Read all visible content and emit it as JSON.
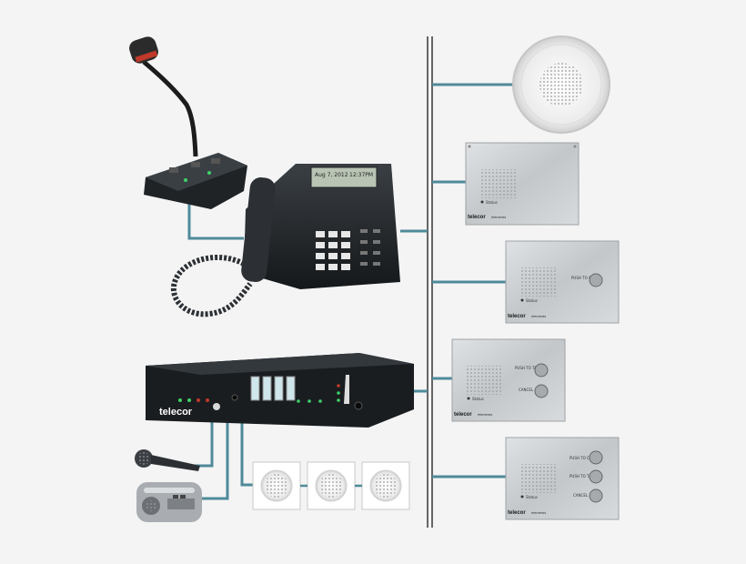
{
  "colors": {
    "wire": "#4f8a9a",
    "backbone": "#2a2a2a",
    "background": "#f4f4f4",
    "steel": "#c9ccce",
    "device_dark": "#1f2326",
    "accent_red": "#c0392b"
  },
  "icons": [
    "desk-microphone-icon",
    "telephone-icon",
    "amplifier-icon",
    "handheld-microphone-icon",
    "radio-icon",
    "ceiling-speaker-icon",
    "intercom-panel-icon",
    "call-button-icon"
  ],
  "brand": {
    "name": "telecor",
    "subline": "elements"
  },
  "phone": {
    "display_line1": "Aug 7, 2012",
    "display_line2": "12:37PM"
  },
  "panels": {
    "speaker_grille_label": "Status",
    "push_to_call": "PUSH TO CALL",
    "push_to_talk": "PUSH TO TALK",
    "cancel": "CANCEL"
  }
}
